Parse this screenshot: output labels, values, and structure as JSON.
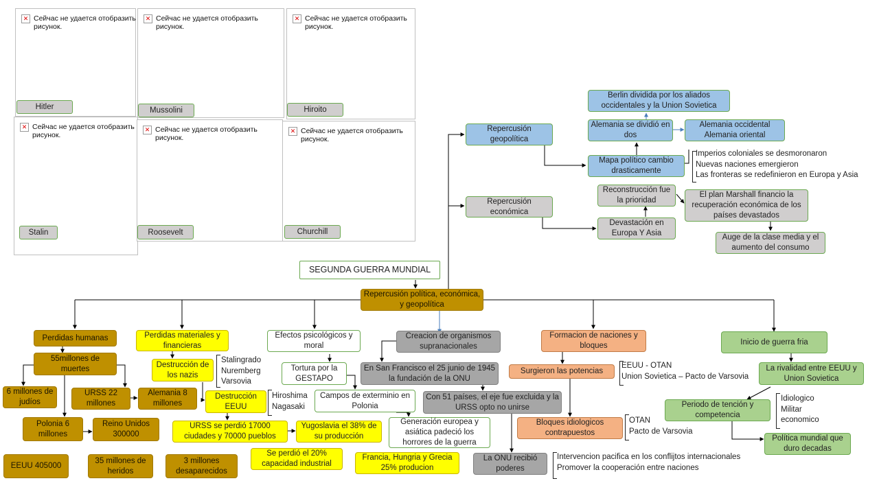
{
  "photo_panel": {
    "broken_image_text": "Сейчас не удается отобразить рисунок.",
    "captions": [
      "Hitler",
      "Mussolini",
      "Hiroito",
      "Stalin",
      "Roosevelt",
      "Churchill"
    ]
  },
  "title": "SEGUNDA GUERRA MUNDIAL",
  "center": "Repercusión política, económica, y geopolítica",
  "geo": {
    "geopolitica": "Repercusión geopolítica",
    "economica": "Repercusión económica",
    "berlin": "Berlin dividida por los aliados occidentales y la Union Sovietica",
    "alemania_dividida": "Alemania se dividió en dos",
    "alemania_partes": "Alemania occidental Alemania oriental",
    "mapa": "Mapa político cambio drasticamente",
    "mapa_list": "Imperios coloniales se desmoronaron\nNuevas naciones emergieron\nLas fronteras se redefinieron en Europa y Asia",
    "reconstruccion": "Reconstrucción fue la prioridad",
    "marshall": "El plan Marshall  financio la recuperación económica  de los países devastados",
    "devastacion": "Devastación en Europa Y Asia",
    "auge": "Auge  de la clase media y el aumento del consumo"
  },
  "humanas": {
    "title": "Perdidas humanas",
    "muertes": "55millones de muertes",
    "judios": "6 millones de judíos",
    "urss": "URSS 22 millones",
    "alemania": "Alemania 8 millones",
    "polonia": "Polonia 6 millones",
    "reino": "Reino Unidos 300000",
    "eeuu": "EEUU 405000",
    "heridos": "35 millones de heridos",
    "desaparecidos": "3 millones desaparecidos"
  },
  "materiales": {
    "title": "Perdidas materiales y financieras",
    "nazis": "Destrucción de los nazis",
    "nazis_list": "Stalingrado\nNuremberg\nVarsovia",
    "eeuu": "Destrucción EEUU",
    "eeuu_list": "Hiroshima\nNagasaki",
    "urss": "URSS se perdió 17000 ciudades y 70000 pueblos",
    "yugoslavia": "Yugoslavia  el 38% de su producción",
    "industrial": "Se perdió el 20% capacidad industrial",
    "francia": "Francia, Hungria y Grecia 25% producion"
  },
  "efectos": {
    "title": "Efectos psicológicos y moral",
    "tortura": "Tortura por la GESTAPO",
    "campos": "Campos de exterminio en Polonia",
    "generacion": "Generación europea y asiática padeció los horrores de la guerra"
  },
  "organismos": {
    "title": "Creacion de organismos supranacionales",
    "onu": "En San Francisco el 25 junio de 1945 la fundación de la ONU",
    "paises": "Con 51 países, el eje fue excluida y la URSS opto no unirse",
    "poderes": "La ONU recibió poderes",
    "poderes_list": "Intervencion pacifica en los conflijtos internacionales\nPromover la cooperación entre naciones"
  },
  "bloques": {
    "title": "Formacion de naciones y bloques",
    "potencias": "Surgieron las potencias",
    "potencias_list": "EEUU  - OTAN\nUnion Sovietica – Pacto de Varsovia",
    "ideologicos": "Bloques idiologicos contrapuestos",
    "ideologicos_list": "OTAN\nPacto de Varsovia"
  },
  "fria": {
    "title": "Inicio de guerra fria",
    "rivalidad": "La rivalidad entre EEUU y Union Sovietica",
    "periodo": "Periodo de tención y competencia",
    "periodo_list": "Idiologico\nMilitar\neconomico",
    "politica": "Política mundial que duro decadas"
  }
}
